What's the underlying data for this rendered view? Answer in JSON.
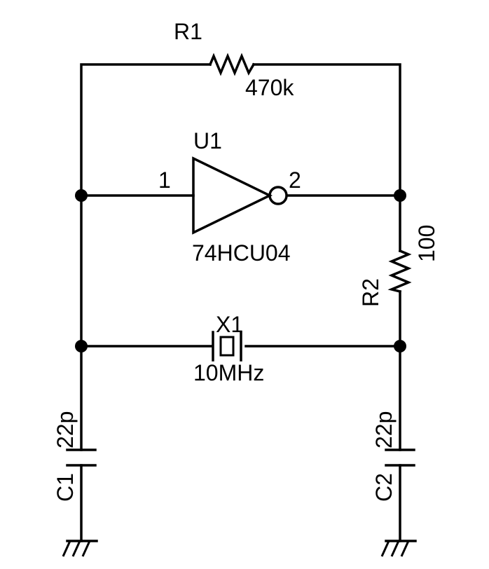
{
  "colors": {
    "ink": "#000000",
    "background": "#ffffff"
  },
  "components": {
    "r1": {
      "ref": "R1",
      "value": "470k"
    },
    "u1": {
      "ref": "U1",
      "part": "74HCU04",
      "pin_in": "1",
      "pin_out": "2"
    },
    "r2": {
      "ref": "R2",
      "value": "100"
    },
    "x1": {
      "ref": "X1",
      "value": "10MHz"
    },
    "c1": {
      "ref": "C1",
      "value": "22p"
    },
    "c2": {
      "ref": "C2",
      "value": "22p"
    }
  }
}
